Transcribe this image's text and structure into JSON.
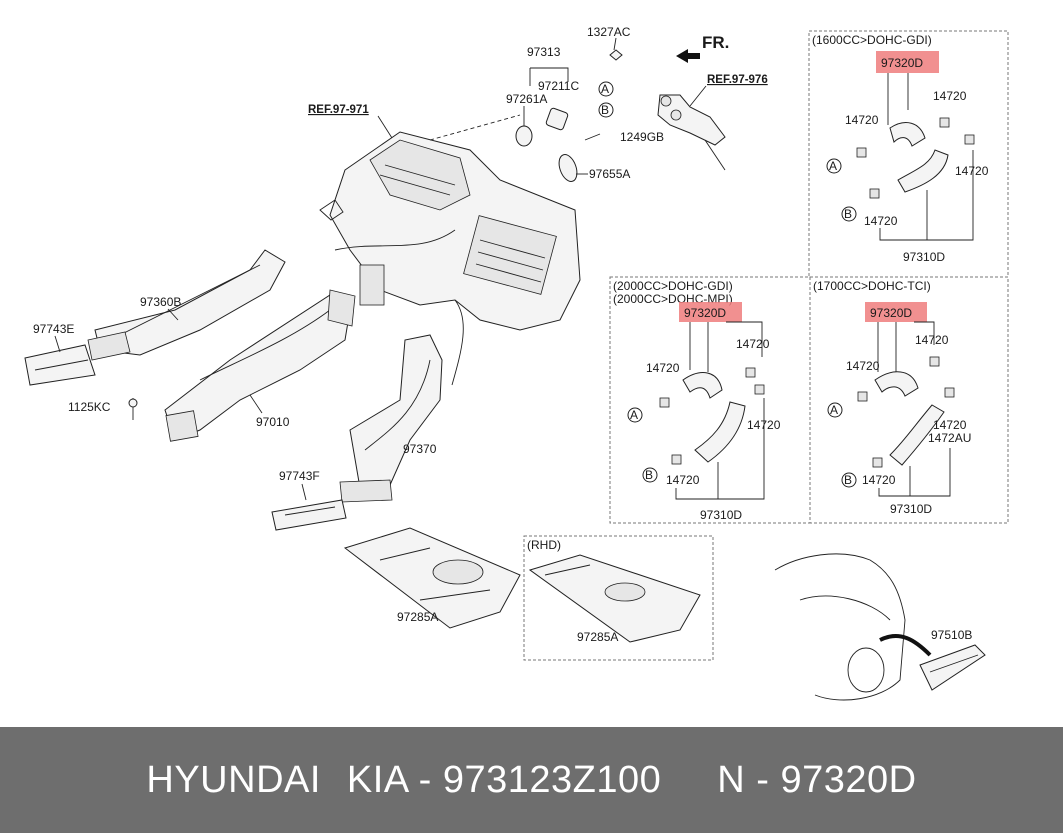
{
  "diagram": {
    "fr_label": "FR.",
    "refs": [
      "REF.97-971",
      "REF.97-976"
    ],
    "main_labels": {
      "p1327AC": "1327AC",
      "p97313": "97313",
      "p97211C": "97211C",
      "p97261A": "97261A",
      "p1249GB": "1249GB",
      "p97655A": "97655A",
      "p97360B": "97360B",
      "p97743E": "97743E",
      "p1125KC": "1125KC",
      "p97010": "97010",
      "p97370": "97370",
      "p97743F": "97743F",
      "p97285A": "97285A",
      "p97285A_rhd": "97285A",
      "p97510B": "97510B",
      "circle_a": "A",
      "circle_b": "B"
    },
    "rhd_label": "(RHD)",
    "box_1600": {
      "title": "(1600CC>DOHC-GDI)",
      "highlight": "97320D",
      "clamp_labels": [
        "14720",
        "14720",
        "14720",
        "14720"
      ],
      "circle_a": "A",
      "circle_b": "B",
      "hose": "97310D"
    },
    "box_2000": {
      "title1": "(2000CC>DOHC-GDI)",
      "title2": "(2000CC>DOHC-MPI)",
      "highlight": "97320D",
      "clamp_labels": [
        "14720",
        "14720",
        "14720",
        "14720"
      ],
      "circle_a": "A",
      "circle_b": "B",
      "hose": "97310D"
    },
    "box_1700": {
      "title": "(1700CC>DOHC-TCI)",
      "highlight": "97320D",
      "clamp_labels": [
        "14720",
        "14720",
        "14720",
        "14720"
      ],
      "extra_label": "1472AU",
      "circle_a": "A",
      "circle_b": "B",
      "hose": "97310D"
    },
    "colors": {
      "highlight": "#ef7d7d",
      "footer_bg": "#6e6e6e",
      "footer_text": "#ffffff"
    },
    "icons": [
      "fr-arrow-icon"
    ]
  },
  "footer": {
    "brand": "HYUNDAI",
    "part": "KIA - 973123Z100",
    "ref": "N - 97320D"
  }
}
